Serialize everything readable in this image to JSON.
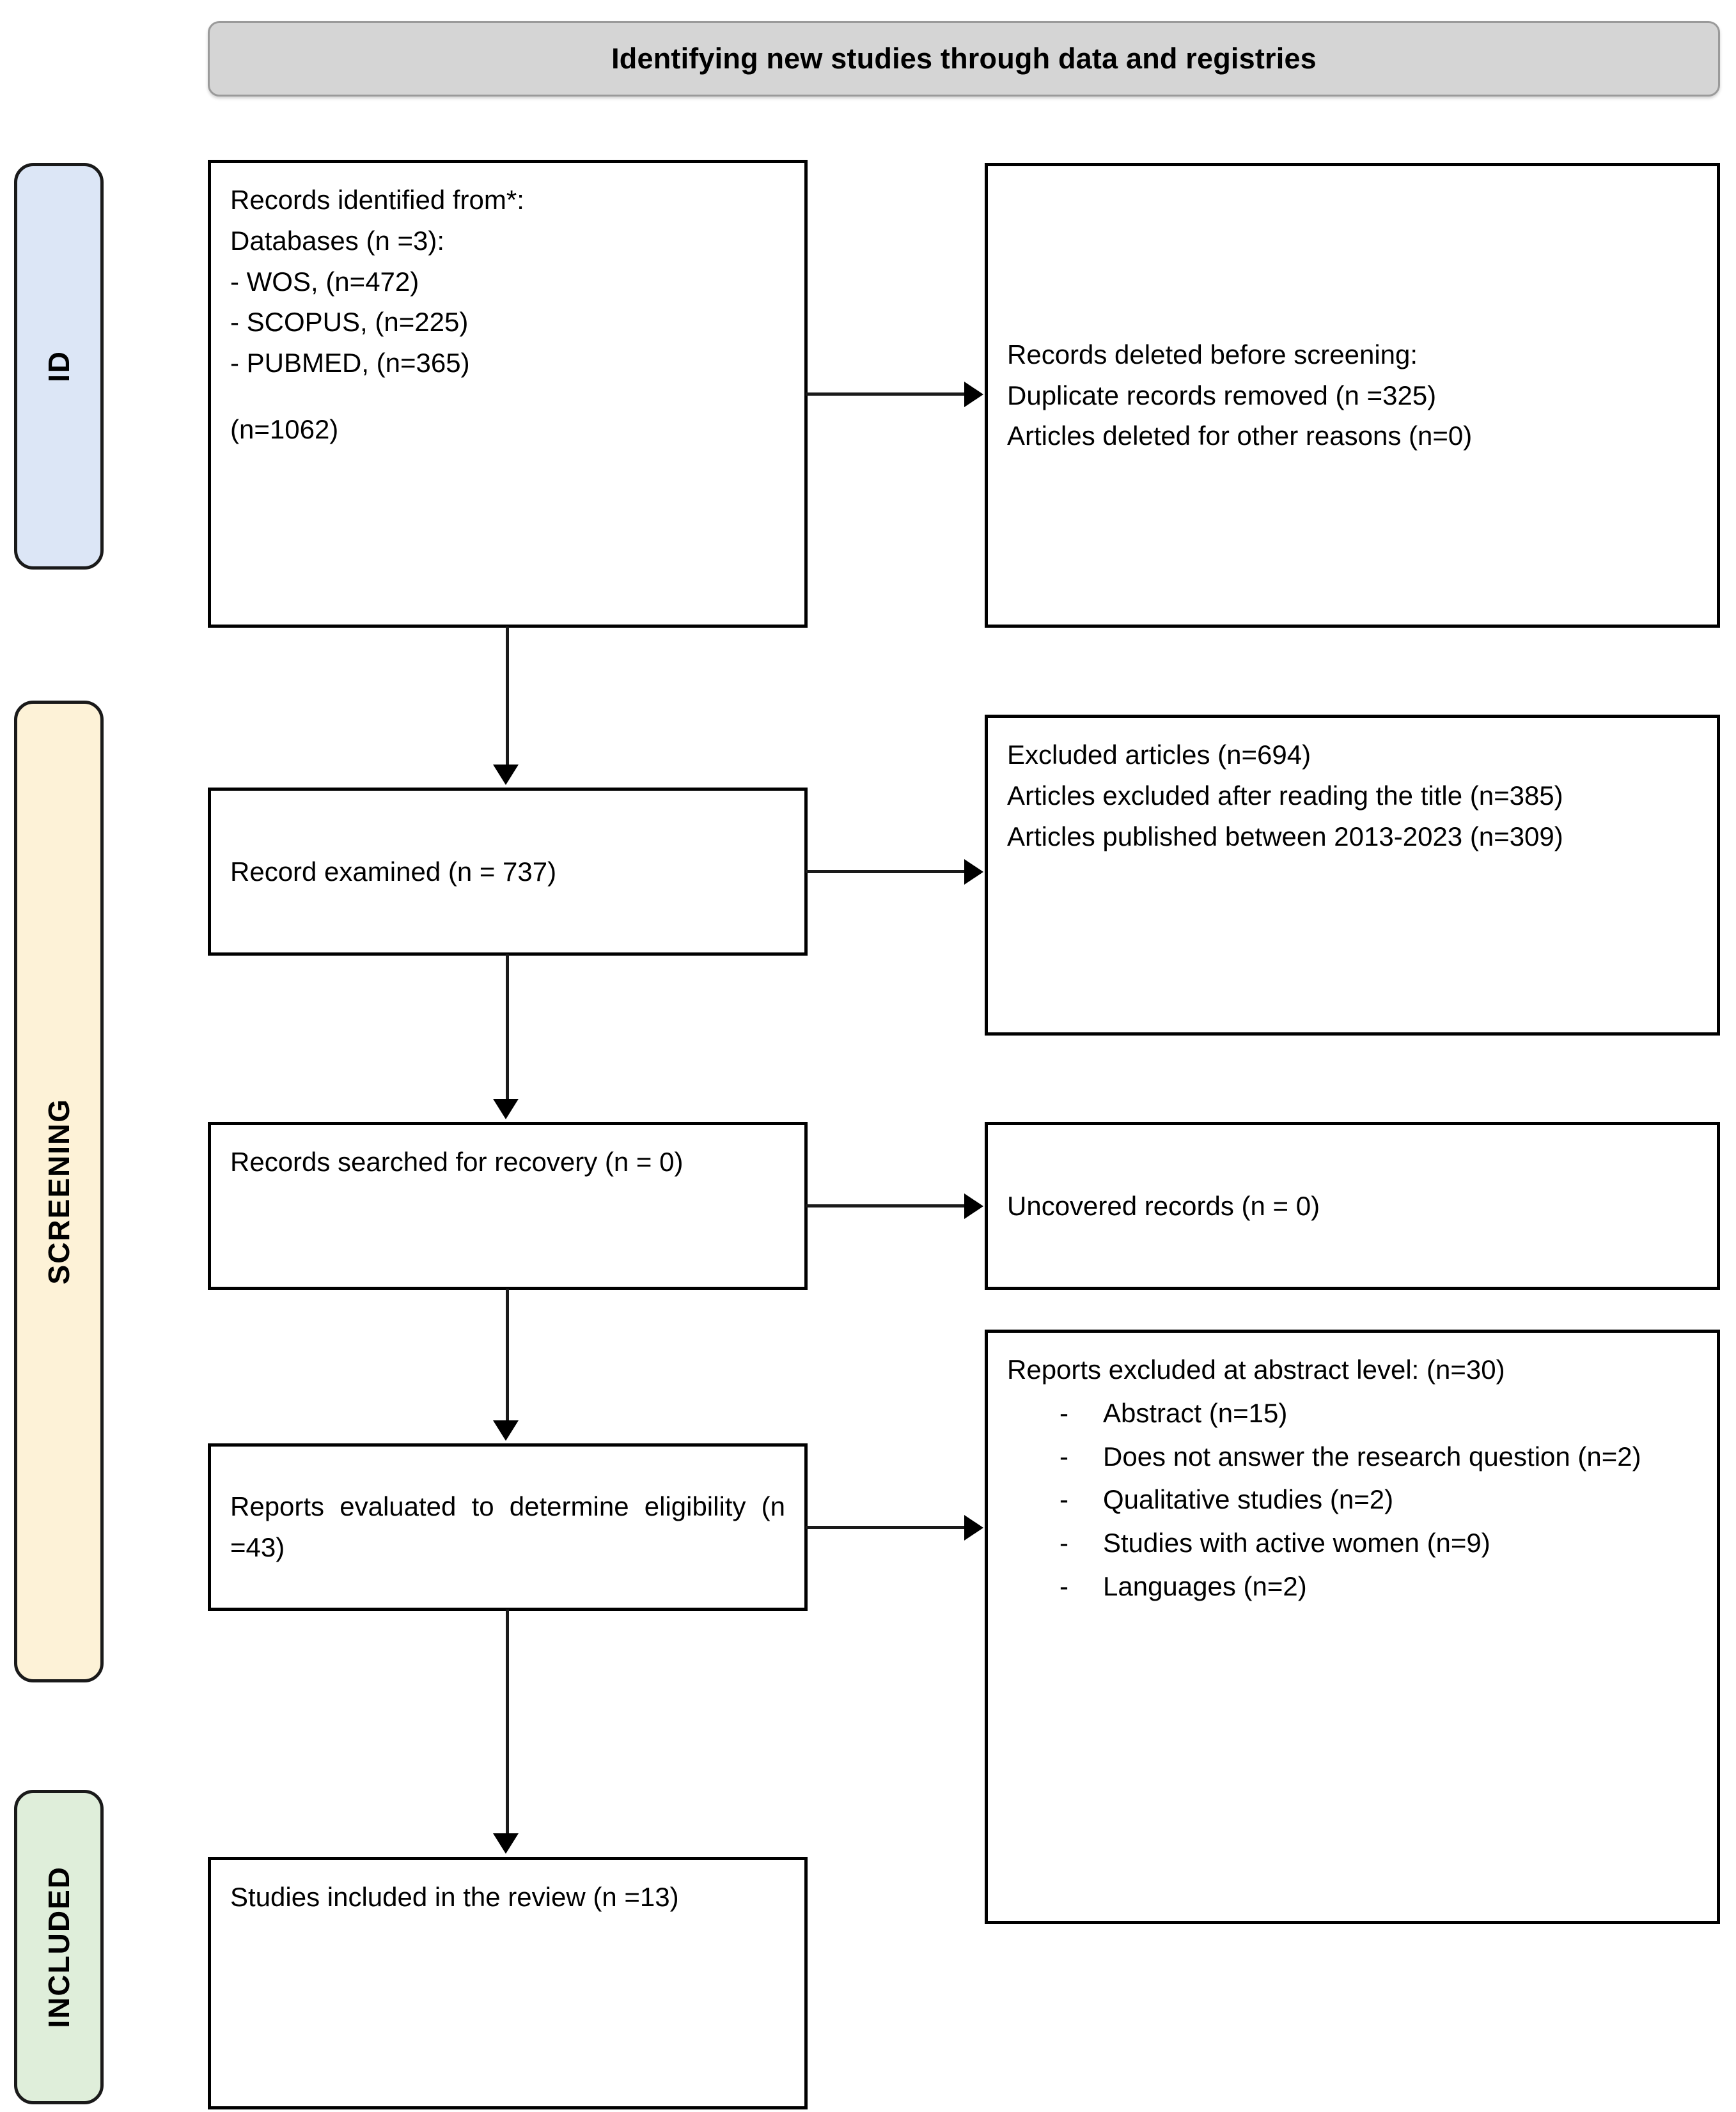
{
  "header": {
    "title": "Identifying new studies through data and registries",
    "bar_color": "#d5d5d5"
  },
  "stages": [
    {
      "id": "id",
      "label": "ID",
      "color": "#dce6f6"
    },
    {
      "id": "screening",
      "label": "SCREENING",
      "color": "#fdf2d7"
    },
    {
      "id": "included",
      "label": "INCLUDED",
      "color": "#dfeeda"
    }
  ],
  "boxes": {
    "identified": {
      "lines": [
        "Records identified from*:",
        "Databases (n =3):",
        "- WOS, (n=472)",
        "- SCOPUS, (n=225)",
        "- PUBMED, (n=365)"
      ],
      "total": "(n=1062)"
    },
    "deleted": {
      "heading": "Records deleted before screening:",
      "line1": "Duplicate records removed (n =325)",
      "line2": "Articles deleted for other reasons (n=0)"
    },
    "examined": {
      "text": "Record examined (n = 737)"
    },
    "excluded": {
      "heading": "Excluded articles (n=694)",
      "line1": "Articles excluded after reading the title (n=385)",
      "line2": "Articles published between 2013-2023 (n=309)"
    },
    "recovery": {
      "text": "Records searched for recovery (n = 0)"
    },
    "uncovered": {
      "text": "Uncovered records (n = 0)"
    },
    "eligibility": {
      "text": "Reports evaluated to determine eligibility (n =43)"
    },
    "reports_excluded": {
      "heading": "Reports excluded at abstract level: (n=30)",
      "dash": "-",
      "items": [
        "Abstract (n=15)",
        "Does not answer the research question (n=2)",
        "Qualitative studies (n=2)",
        "Studies with active women (n=9)",
        "Languages (n=2)"
      ]
    },
    "included": {
      "text": "Studies included in the review (n =13)"
    }
  }
}
